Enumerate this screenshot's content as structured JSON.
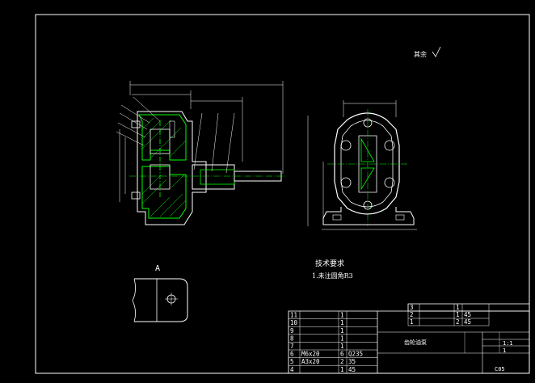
{
  "roughness_note": "其余",
  "view_label": "A",
  "tech_requirements": {
    "title": "技术要求",
    "line1": "1.未注圆角R3"
  },
  "bom": [
    {
      "no": "11",
      "name": "",
      "qty": "1",
      "material": ""
    },
    {
      "no": "10",
      "name": "",
      "qty": "1",
      "material": ""
    },
    {
      "no": "9",
      "name": "",
      "qty": "1",
      "material": ""
    },
    {
      "no": "8",
      "name": "",
      "qty": "1",
      "material": ""
    },
    {
      "no": "7",
      "name": "",
      "qty": "1",
      "material": ""
    },
    {
      "no": "6",
      "name": "M6x20",
      "qty": "6",
      "material": "Q235"
    },
    {
      "no": "5",
      "name": "A3x20",
      "qty": "2",
      "material": "35"
    },
    {
      "no": "4",
      "name": "",
      "qty": "1",
      "material": "45"
    }
  ],
  "bom_right": [
    {
      "no": "3",
      "name": "",
      "qty": "1",
      "material": ""
    },
    {
      "no": "2",
      "name": "",
      "qty": "1",
      "material": "45"
    },
    {
      "no": "1",
      "name": "",
      "qty": "2",
      "material": "45"
    }
  ],
  "title_block": {
    "drawing_title": "齿轮油泵",
    "scale": "1:1",
    "sheet": "1",
    "drawing_no": "C05"
  }
}
